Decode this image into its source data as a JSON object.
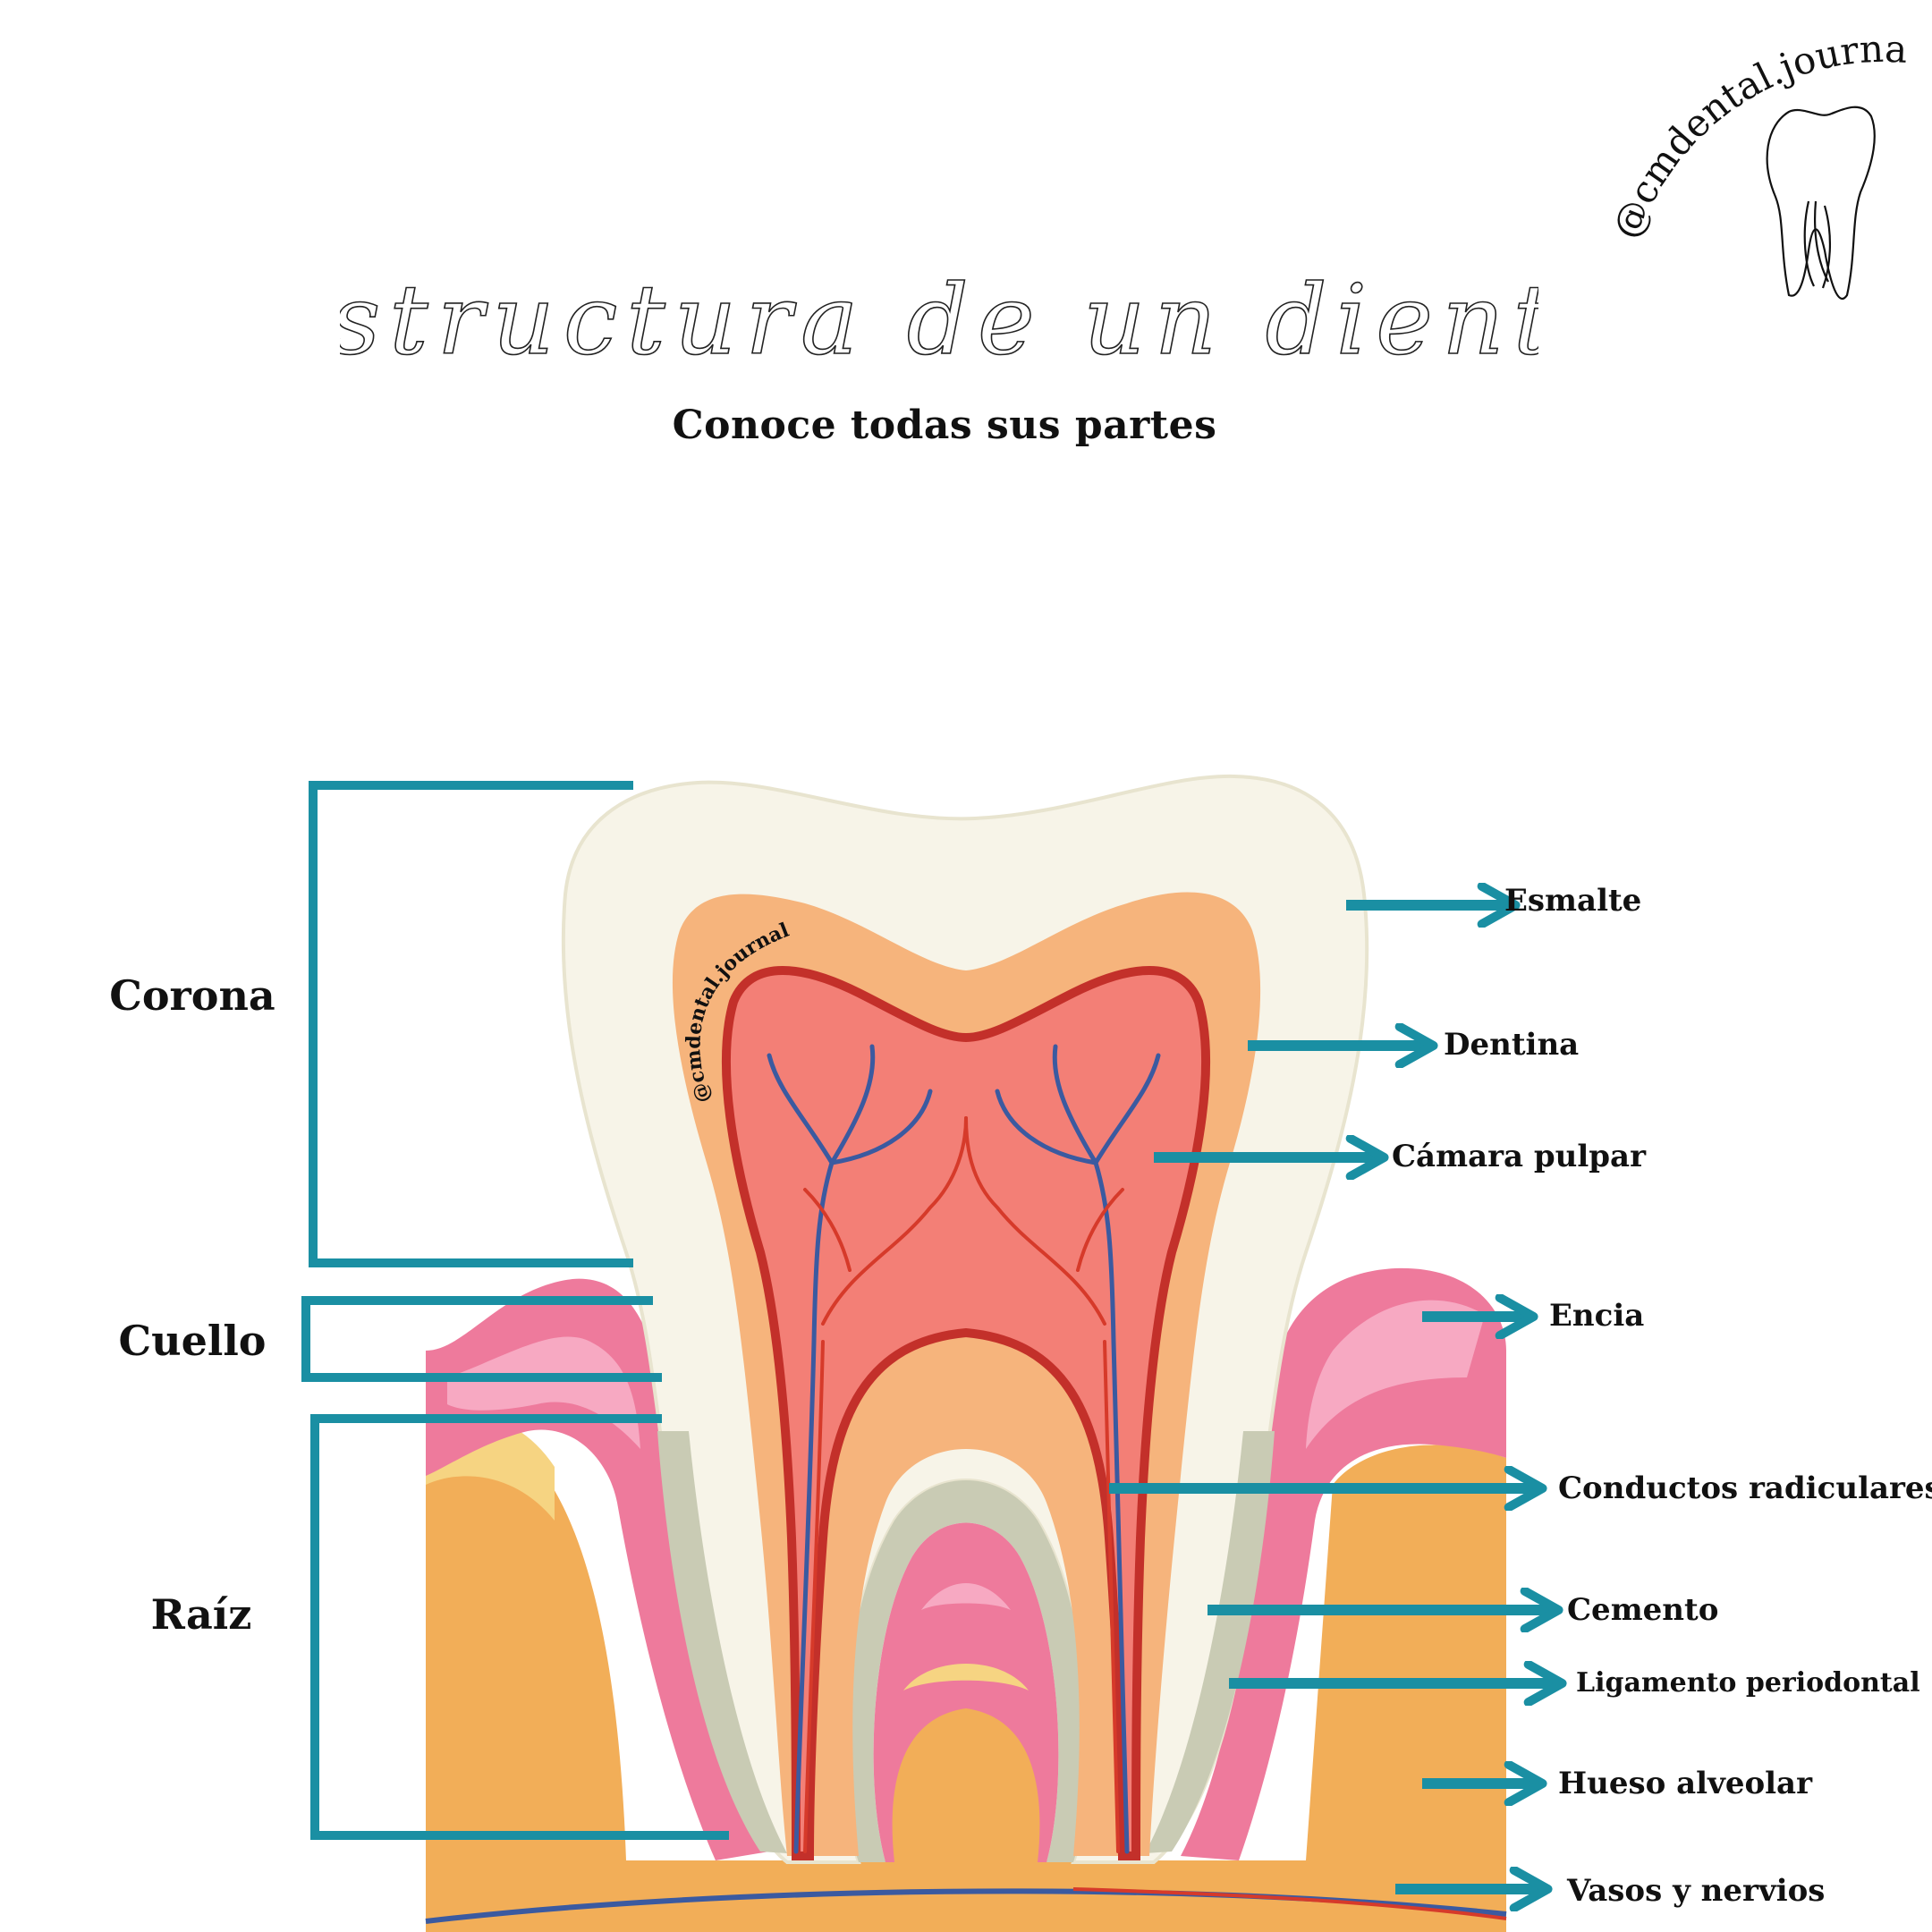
{
  "watermark": {
    "handle": "@cmdental.journal",
    "icon": "tooth-icon"
  },
  "title": "Estructura de un diente",
  "subtitle": "Conoce todas sus partes",
  "regions": [
    {
      "name": "Corona"
    },
    {
      "name": "Cuello"
    },
    {
      "name": "Raíz"
    }
  ],
  "parts": [
    {
      "label": "Esmalte"
    },
    {
      "label": "Dentina"
    },
    {
      "label": "Cámara pulpar"
    },
    {
      "label": "Encia"
    },
    {
      "label": "Conductos radiculares"
    },
    {
      "label": "Cemento"
    },
    {
      "label": "Ligamento periodontal"
    },
    {
      "label": "Hueso alveolar"
    },
    {
      "label": "Vasos y nervios"
    }
  ],
  "inner_watermark": "@cmdental.journal",
  "colors": {
    "accent": "#1a8fa3",
    "enamel": "#f7f4e8",
    "dentin": "#f6b47c",
    "pulp": "#f37f76",
    "gum": "#ee7a9c",
    "bone": "#f2ae58",
    "cementum": "#c9cbb4",
    "vein": "#3b5aa0",
    "artery": "#d63a2a"
  }
}
